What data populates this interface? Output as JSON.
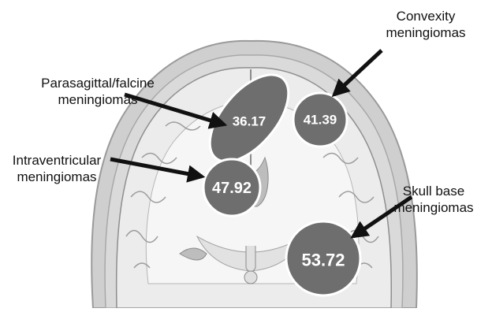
{
  "regions": [
    {
      "id": "parasagittal",
      "label_lines": [
        "Parasagittal/falcine",
        "meningiomas"
      ],
      "value": "36.17"
    },
    {
      "id": "convexity",
      "label_lines": [
        "Convexity",
        "meningiomas"
      ],
      "value": "41.39"
    },
    {
      "id": "intraventricular",
      "label_lines": [
        "Intraventricular",
        "meningiomas"
      ],
      "value": "47.92"
    },
    {
      "id": "skull-base",
      "label_lines": [
        "Skull base",
        "meningiomas"
      ],
      "value": "53.72"
    }
  ],
  "colors": {
    "bubble_fill": "#6e6e6e",
    "bubble_stroke": "#ffffff",
    "arrow": "#111111",
    "brain_tissue": "#e9e9e9",
    "white_matter": "#f4f4f4",
    "skull": "#c8c8c8"
  }
}
